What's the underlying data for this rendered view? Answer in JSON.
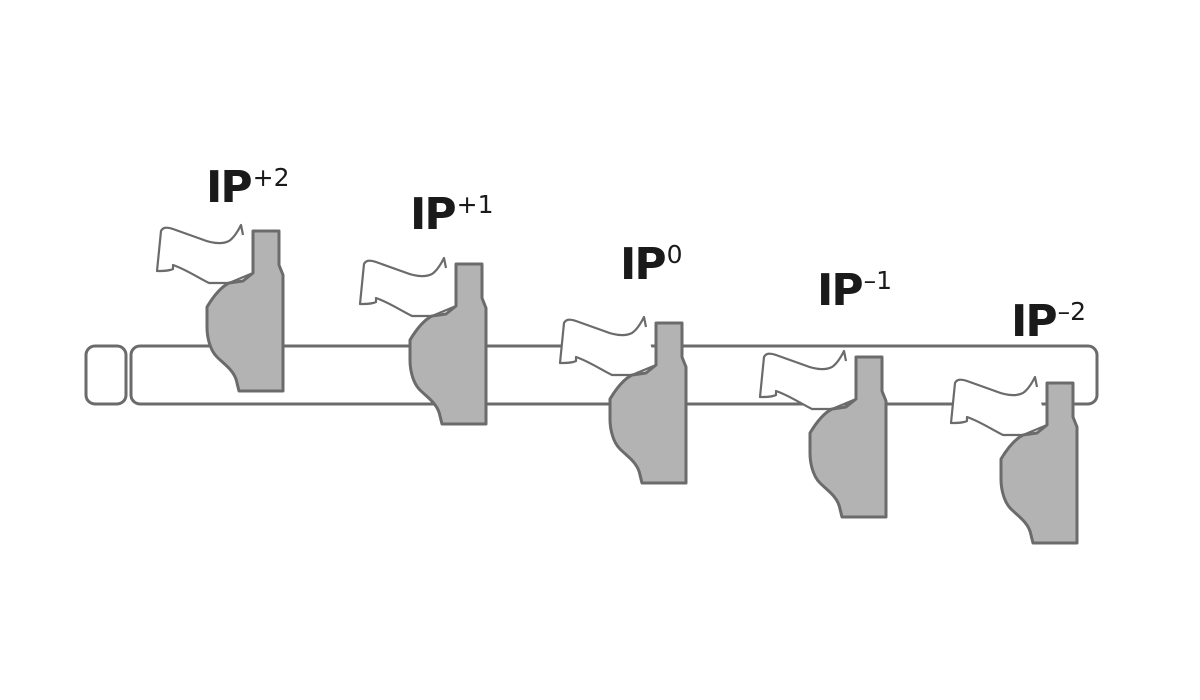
{
  "colors": {
    "holster_fill": "#b3b3b3",
    "outline": "#6b6b6b",
    "label_text": "#1a1a1a",
    "background": "#ffffff"
  },
  "positions": [
    {
      "id": "ip-plus-2",
      "label": "IP",
      "superscript": "+2"
    },
    {
      "id": "ip-plus-1",
      "label": "IP",
      "superscript": "+1"
    },
    {
      "id": "ip-0",
      "label": "IP",
      "superscript": "0"
    },
    {
      "id": "ip-minus-1",
      "label": "IP",
      "superscript": "–1"
    },
    {
      "id": "ip-minus-2",
      "label": "IP",
      "superscript": "–2"
    }
  ]
}
